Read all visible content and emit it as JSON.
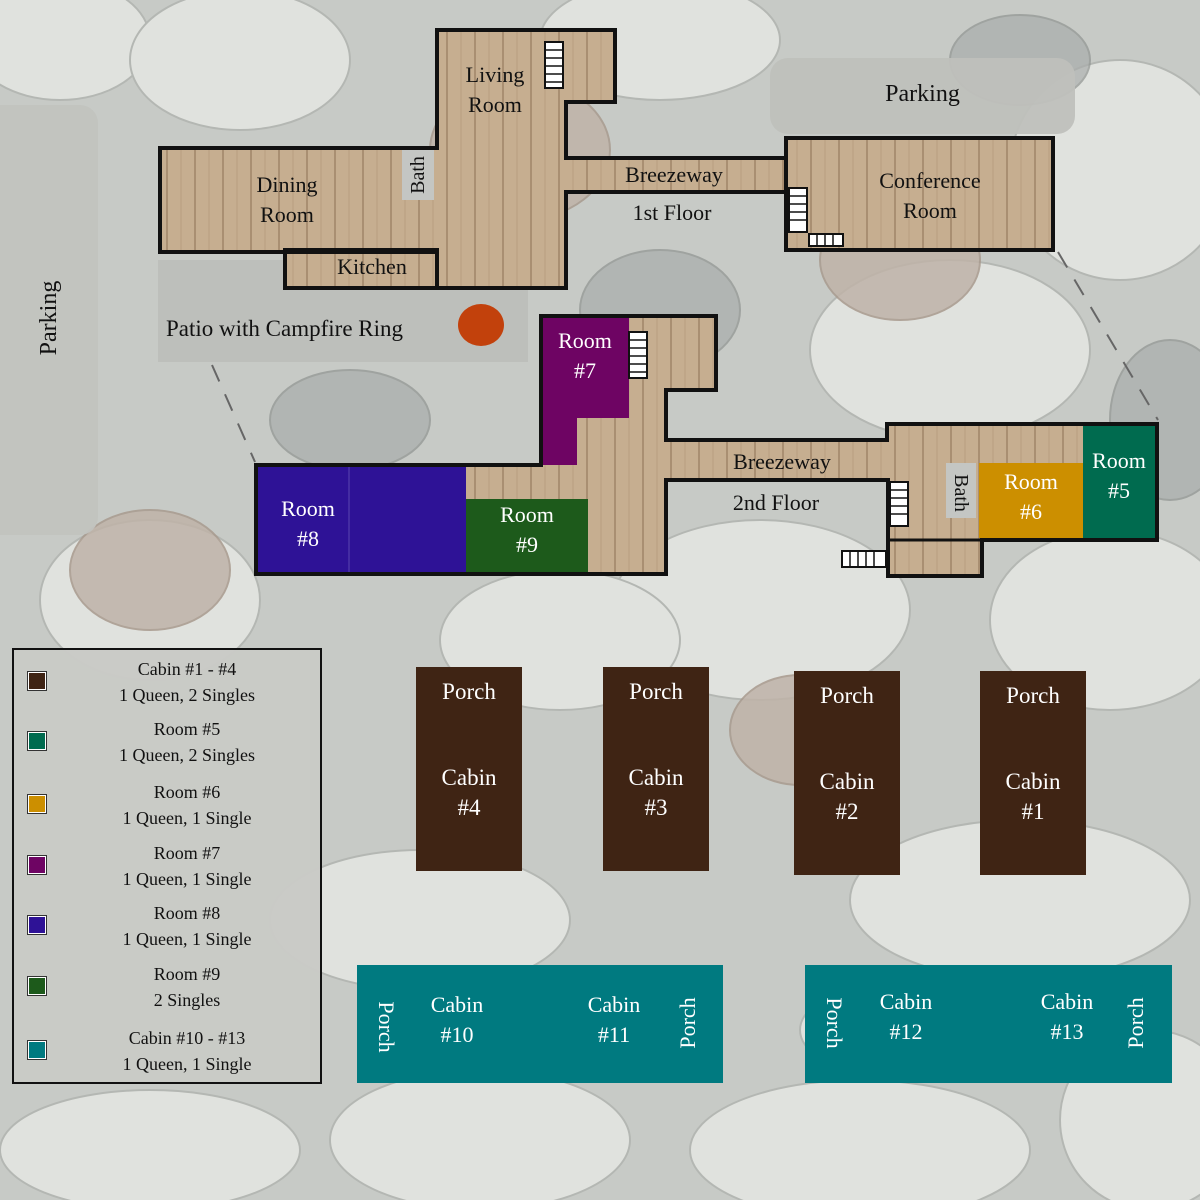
{
  "colors": {
    "cabins_1_4": "#3f2414",
    "room_5": "#006b4f",
    "room_6": "#cc8f00",
    "room_7": "#6e0463",
    "room_8": "#2e1296",
    "room_9": "#1d5a1b",
    "cabins_10_13": "#007a80",
    "campfire": "#c2410c",
    "floor": "#c4ab8c",
    "parking": "#c2c3bf"
  },
  "parking": {
    "side": "Parking",
    "top": "Parking"
  },
  "first_floor": {
    "living_room": [
      "Living",
      "Room"
    ],
    "dining_room": [
      "Dining",
      "Room"
    ],
    "bath": "Bath",
    "kitchen": "Kitchen",
    "breezeway": "Breezeway",
    "floor_label": "1st Floor",
    "conference_room": [
      "Conference",
      "Room"
    ],
    "patio": "Patio with Campfire Ring"
  },
  "second_floor": {
    "room_7": [
      "Room",
      "#7"
    ],
    "room_8": [
      "Room",
      "#8"
    ],
    "room_9": [
      "Room",
      "#9"
    ],
    "room_6": [
      "Room",
      "#6"
    ],
    "room_5": [
      "Room",
      "#5"
    ],
    "bath": "Bath",
    "breezeway": "Breezeway",
    "floor_label": "2nd Floor"
  },
  "cabins_row1": [
    {
      "porch": "Porch",
      "name": [
        "Cabin",
        "#4"
      ]
    },
    {
      "porch": "Porch",
      "name": [
        "Cabin",
        "#3"
      ]
    },
    {
      "porch": "Porch",
      "name": [
        "Cabin",
        "#2"
      ]
    },
    {
      "porch": "Porch",
      "name": [
        "Cabin",
        "#1"
      ]
    }
  ],
  "cabins_row2": {
    "left": {
      "porch_left": "Porch",
      "cabin_a": [
        "Cabin",
        "#10"
      ],
      "cabin_b": [
        "Cabin",
        "#11"
      ],
      "porch_right": "Porch"
    },
    "right": {
      "porch_left": "Porch",
      "cabin_a": [
        "Cabin",
        "#12"
      ],
      "cabin_b": [
        "Cabin",
        "#13"
      ],
      "porch_right": "Porch"
    }
  },
  "legend": [
    {
      "title": "Cabin #1 - #4",
      "beds": "1 Queen, 2 Singles",
      "color": "#3f2414"
    },
    {
      "title": "Room #5",
      "beds": "1 Queen, 2 Singles",
      "color": "#006b4f"
    },
    {
      "title": "Room #6",
      "beds": "1 Queen, 1 Single",
      "color": "#cc8f00"
    },
    {
      "title": "Room #7",
      "beds": "1 Queen, 1 Single",
      "color": "#6e0463"
    },
    {
      "title": "Room #8",
      "beds": "1 Queen, 1 Single",
      "color": "#2e1296"
    },
    {
      "title": "Room #9",
      "beds": "2 Singles",
      "color": "#1d5a1b"
    },
    {
      "title": "Cabin #10 - #13",
      "beds": "1 Queen, 1 Single",
      "color": "#007a80"
    }
  ]
}
